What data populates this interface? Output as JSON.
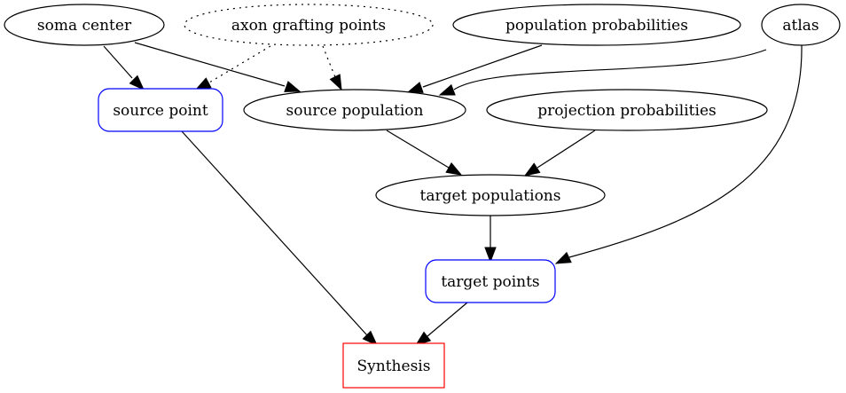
{
  "diagram": {
    "nodes": [
      {
        "id": "soma_center",
        "label": "soma center",
        "shape": "ellipse",
        "style": "solid",
        "color": "#000000"
      },
      {
        "id": "axon_grafting_points",
        "label": "axon grafting points",
        "shape": "ellipse",
        "style": "dotted",
        "color": "#000000"
      },
      {
        "id": "population_probabilities",
        "label": "population probabilities",
        "shape": "ellipse",
        "style": "solid",
        "color": "#000000"
      },
      {
        "id": "atlas",
        "label": "atlas",
        "shape": "ellipse",
        "style": "solid",
        "color": "#000000"
      },
      {
        "id": "source_point",
        "label": "source point",
        "shape": "rounded-rect",
        "style": "solid",
        "color": "#0000ff"
      },
      {
        "id": "source_population",
        "label": "source population",
        "shape": "ellipse",
        "style": "solid",
        "color": "#000000"
      },
      {
        "id": "projection_probabilities",
        "label": "projection probabilities",
        "shape": "ellipse",
        "style": "solid",
        "color": "#000000"
      },
      {
        "id": "target_populations",
        "label": "target populations",
        "shape": "ellipse",
        "style": "solid",
        "color": "#000000"
      },
      {
        "id": "target_points",
        "label": "target points",
        "shape": "rounded-rect",
        "style": "solid",
        "color": "#0000ff"
      },
      {
        "id": "synthesis",
        "label": "Synthesis",
        "shape": "rect",
        "style": "solid",
        "color": "#ff0000"
      }
    ],
    "edges": [
      {
        "from": "soma_center",
        "to": "source_point",
        "style": "solid"
      },
      {
        "from": "soma_center",
        "to": "source_population",
        "style": "solid"
      },
      {
        "from": "axon_grafting_points",
        "to": "source_point",
        "style": "dotted"
      },
      {
        "from": "axon_grafting_points",
        "to": "source_population",
        "style": "dotted"
      },
      {
        "from": "population_probabilities",
        "to": "source_population",
        "style": "solid"
      },
      {
        "from": "atlas",
        "to": "source_population",
        "style": "solid"
      },
      {
        "from": "atlas",
        "to": "target_points",
        "style": "solid"
      },
      {
        "from": "source_point",
        "to": "synthesis",
        "style": "solid"
      },
      {
        "from": "source_population",
        "to": "target_populations",
        "style": "solid"
      },
      {
        "from": "projection_probabilities",
        "to": "target_populations",
        "style": "solid"
      },
      {
        "from": "target_populations",
        "to": "target_points",
        "style": "solid"
      },
      {
        "from": "target_points",
        "to": "synthesis",
        "style": "solid"
      }
    ]
  }
}
